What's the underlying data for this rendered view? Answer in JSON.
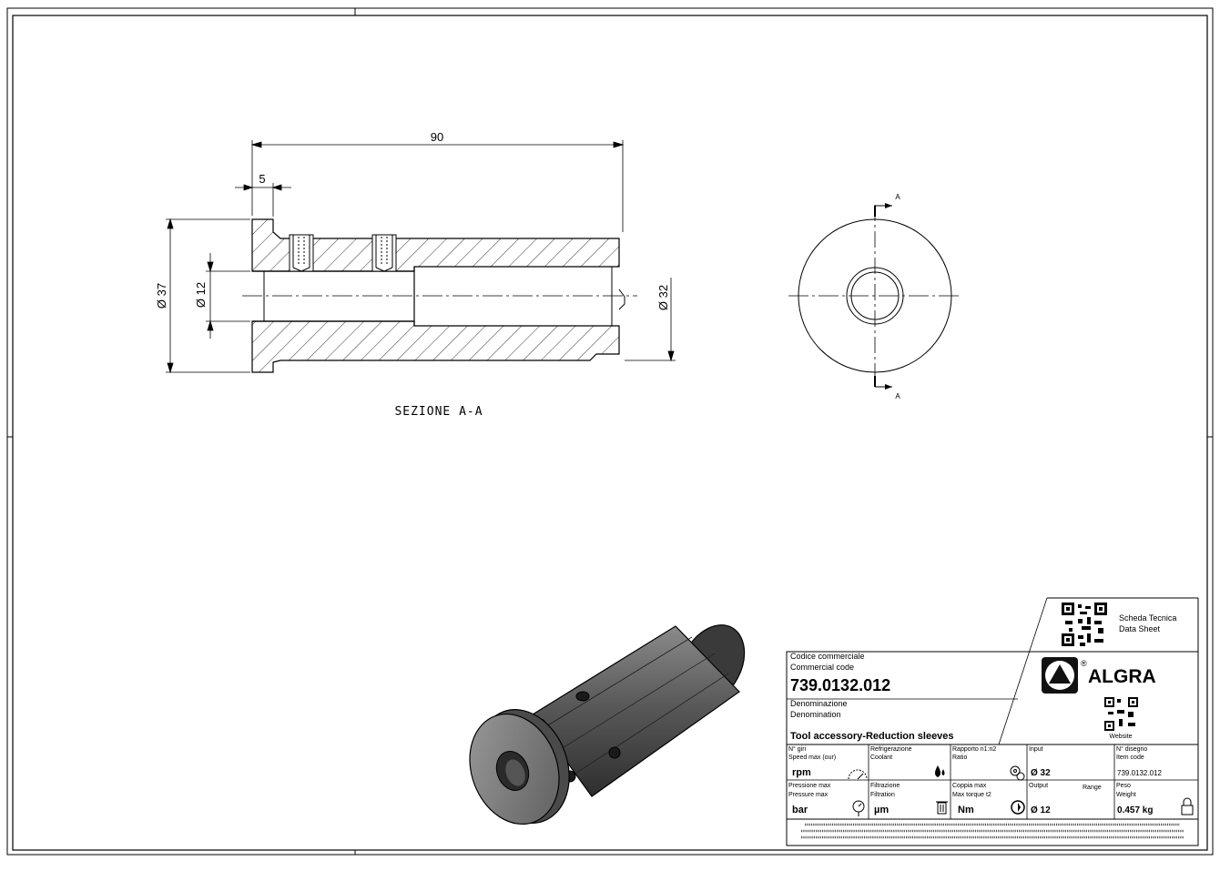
{
  "drawing": {
    "dims": {
      "length": "90",
      "step": "5",
      "outer_dia": "Ø 37",
      "bore_dia": "Ø 12",
      "shank_dia": "Ø 32"
    },
    "section_label": "SEZIONE A-A",
    "cut_marker": "A"
  },
  "title_block": {
    "datasheet_it": "Scheda Tecnica",
    "datasheet_en": "Data Sheet",
    "website_label": "Website",
    "brand": "ALGRA",
    "registered": "®",
    "code_label_it": "Codice commerciale",
    "code_label_en": "Commercial code",
    "code": "739.0132.012",
    "name_label_it": "Denominazione",
    "name_label_en": "Denomination",
    "name": "Tool accessory-Reduction sleeves",
    "cells": {
      "rpm_label_it": "N° giri",
      "rpm_label_en": "Speed max (our)",
      "rpm_value": "rpm",
      "coolant_label_it": "Refrigerazione",
      "coolant_label_en": "Coolant",
      "ratio_label_it": "Rapporto n1:n2",
      "ratio_label_en": "Ratio",
      "input_label": "Input",
      "input_value": "Ø 32",
      "drawing_label_it": "N° disegno",
      "drawing_label_en": "Item code",
      "drawing_value": "739.0132.012",
      "pressure_label_it": "Pressione max",
      "pressure_label_en": "Pressure max",
      "pressure_value": "bar",
      "filter_label_it": "Filtrazione",
      "filter_label_en": "Filtration",
      "filter_value": "µm",
      "torque_label_it": "Coppia max",
      "torque_label_en": "Max torque t2",
      "torque_value": "Nm",
      "output_label": "Output",
      "range_label": "Range",
      "output_value": "Ø 12",
      "weight_label_it": "Peso",
      "weight_label_en": "Weight",
      "weight_value": "0.457 kg"
    }
  }
}
